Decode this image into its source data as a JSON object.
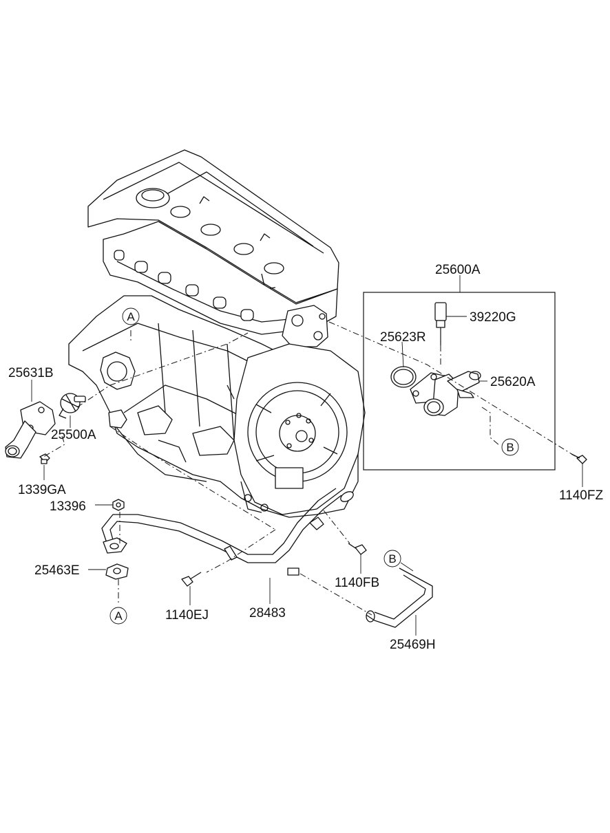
{
  "callouts": {
    "p25600A": "25600A",
    "p39220G": "39220G",
    "p25623R": "25623R",
    "p25620A": "25620A",
    "p25631B": "25631B",
    "p25500A": "25500A",
    "p1339GA": "1339GA",
    "p1140FZ": "1140FZ",
    "p13396": "13396",
    "p25463E": "25463E",
    "p1140FB": "1140FB",
    "p1140EJ": "1140EJ",
    "p28483": "28483",
    "p25469H": "25469H"
  },
  "reference_markers": {
    "a": "A",
    "b": "B"
  }
}
